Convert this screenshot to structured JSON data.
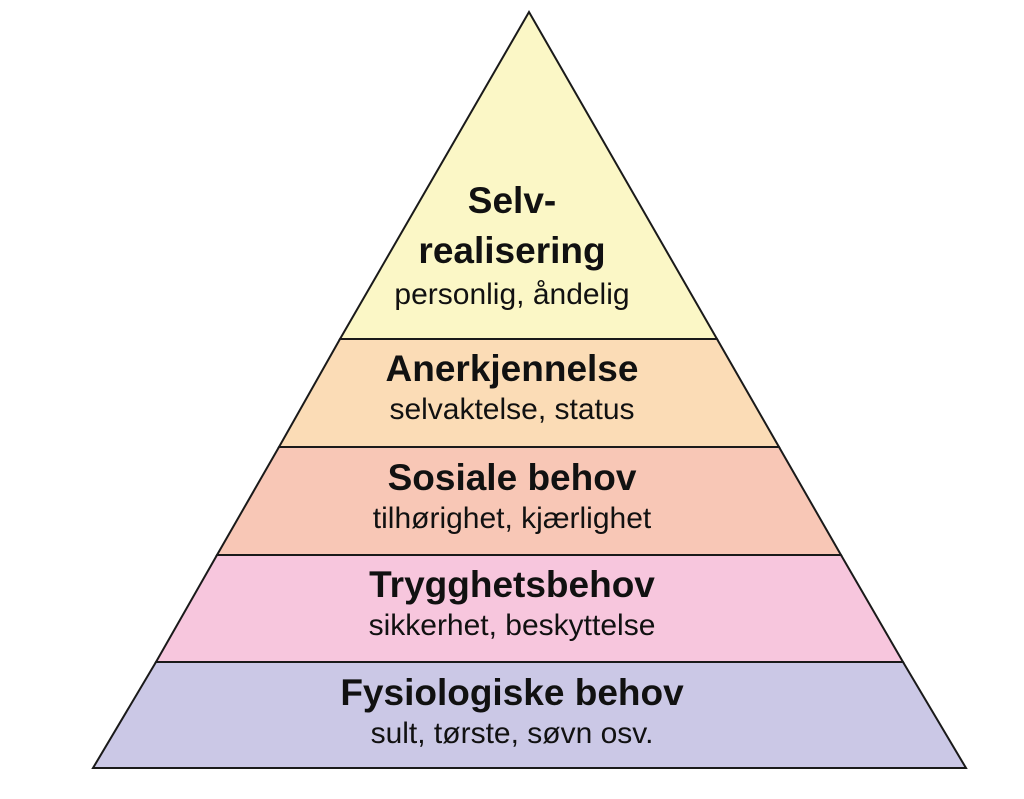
{
  "levels": [
    {
      "title_line1": "Selv-",
      "title_line2": "realisering",
      "subtitle": "personlig, åndelig",
      "fill": "#fbf7c6"
    },
    {
      "title": "Anerkjennelse",
      "subtitle": "selvaktelse, status",
      "fill": "#fbdcb6"
    },
    {
      "title": "Sosiale behov",
      "subtitle": "tilhørighet, kjærlighet",
      "fill": "#f8c7b6"
    },
    {
      "title": "Trygghetsbehov",
      "subtitle": "sikkerhet, beskyttelse",
      "fill": "#f7c6dd"
    },
    {
      "title": "Fysiologiske behov",
      "subtitle": "sult, tørste, søvn osv.",
      "fill": "#cbc8e6"
    }
  ],
  "outline_color": "#1a1a1a"
}
